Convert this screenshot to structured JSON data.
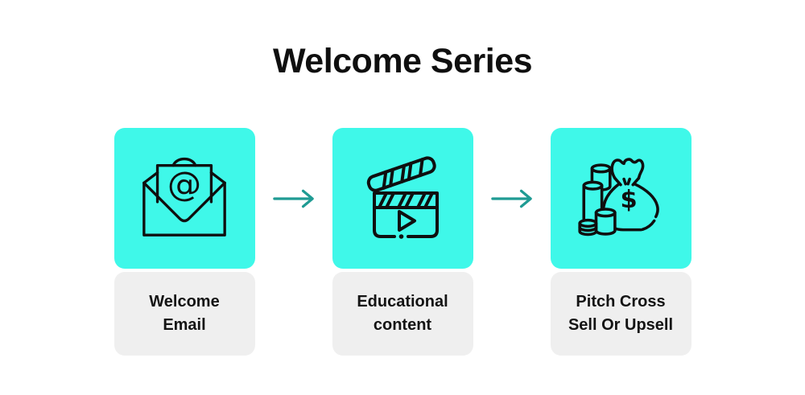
{
  "page": {
    "title": "Welcome Series"
  },
  "colors": {
    "card_accent": "#3FF8E9",
    "label_panel": "#EFEFEF",
    "arrow": "#1F9B93",
    "ink": "#0F0F0F",
    "background": "#FFFFFF"
  },
  "flow": {
    "steps": [
      {
        "label": "Welcome\nEmail",
        "icon": "email-at-icon"
      },
      {
        "label": "Educational\ncontent",
        "icon": "clapperboard-play-icon"
      },
      {
        "label": "Pitch Cross\nSell Or Upsell",
        "icon": "money-bag-coins-icon"
      }
    ],
    "connector_icon": "arrow-right-icon"
  },
  "glyphs": {
    "at_sign": "@",
    "dollar_sign": "$"
  }
}
